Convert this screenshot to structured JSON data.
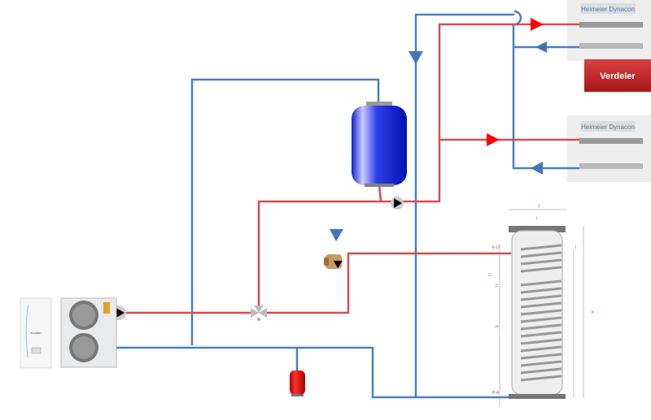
{
  "colors": {
    "supply": "#d05050",
    "return": "#4a80c0",
    "arrow_red": "#ff0000",
    "arrow_blue": "#3f78b8",
    "buffer_vessel": "#2030e0",
    "expansion_vessel": "#dd1010",
    "verdeler_box": "#c83030"
  },
  "manifolds": [
    {
      "label": "Heimeier Dynacon"
    },
    {
      "label": "Heimeier Dynacon"
    }
  ],
  "verdeler": {
    "label": "Verdeler"
  },
  "heat_pump": {
    "indoor_brand": "ecodan"
  },
  "boiler_tank": {
    "labels": {
      "width": "J",
      "top": "L",
      "height": "K",
      "right": "I",
      "in_top": "E-D",
      "g": "G",
      "sensor": "F",
      "h": "H",
      "in_bottom": "B-A"
    }
  },
  "icons": [
    "pump-icon",
    "three-way-valve-icon",
    "thermostatic-valve-icon",
    "buffer-vessel-icon",
    "expansion-vessel-icon",
    "flow-arrow-icon"
  ]
}
